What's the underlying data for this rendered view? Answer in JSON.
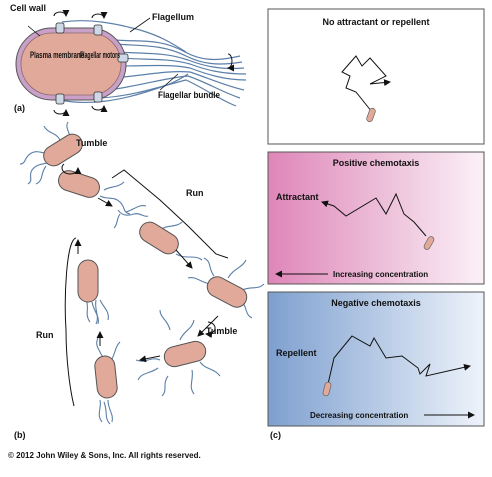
{
  "panel_a": {
    "part_label": "(a)",
    "cell_wall": "Cell wall",
    "plasma_membrane": "Plasma membrane",
    "flagellar_motors": "Flagellar motors",
    "flagellum": "Flagellum",
    "flagellar_bundle": "Flagellar bundle"
  },
  "panel_b": {
    "part_label": "(b)",
    "tumble_top": "Tumble",
    "run_top": "Run",
    "run_left": "Run",
    "tumble_bottom": "Tumble"
  },
  "panel_c": {
    "part_label": "(c)",
    "box1_title": "No attractant or repellent",
    "box2_title": "Positive chemotaxis",
    "box2_label": "Attractant",
    "box2_gradient": "Increasing concentration",
    "box3_title": "Negative chemotaxis",
    "box3_label": "Repellent",
    "box3_gradient": "Decreasing concentration"
  },
  "colors": {
    "cell_fill": "#e0a99a",
    "membrane": "#c9a0c8",
    "flagella": "#5b7fa8",
    "positive_gradient_start": "#de86b8",
    "negative_gradient_start": "#7ea0cf"
  },
  "copyright": "© 2012 John Wiley & Sons, Inc. All rights reserved."
}
